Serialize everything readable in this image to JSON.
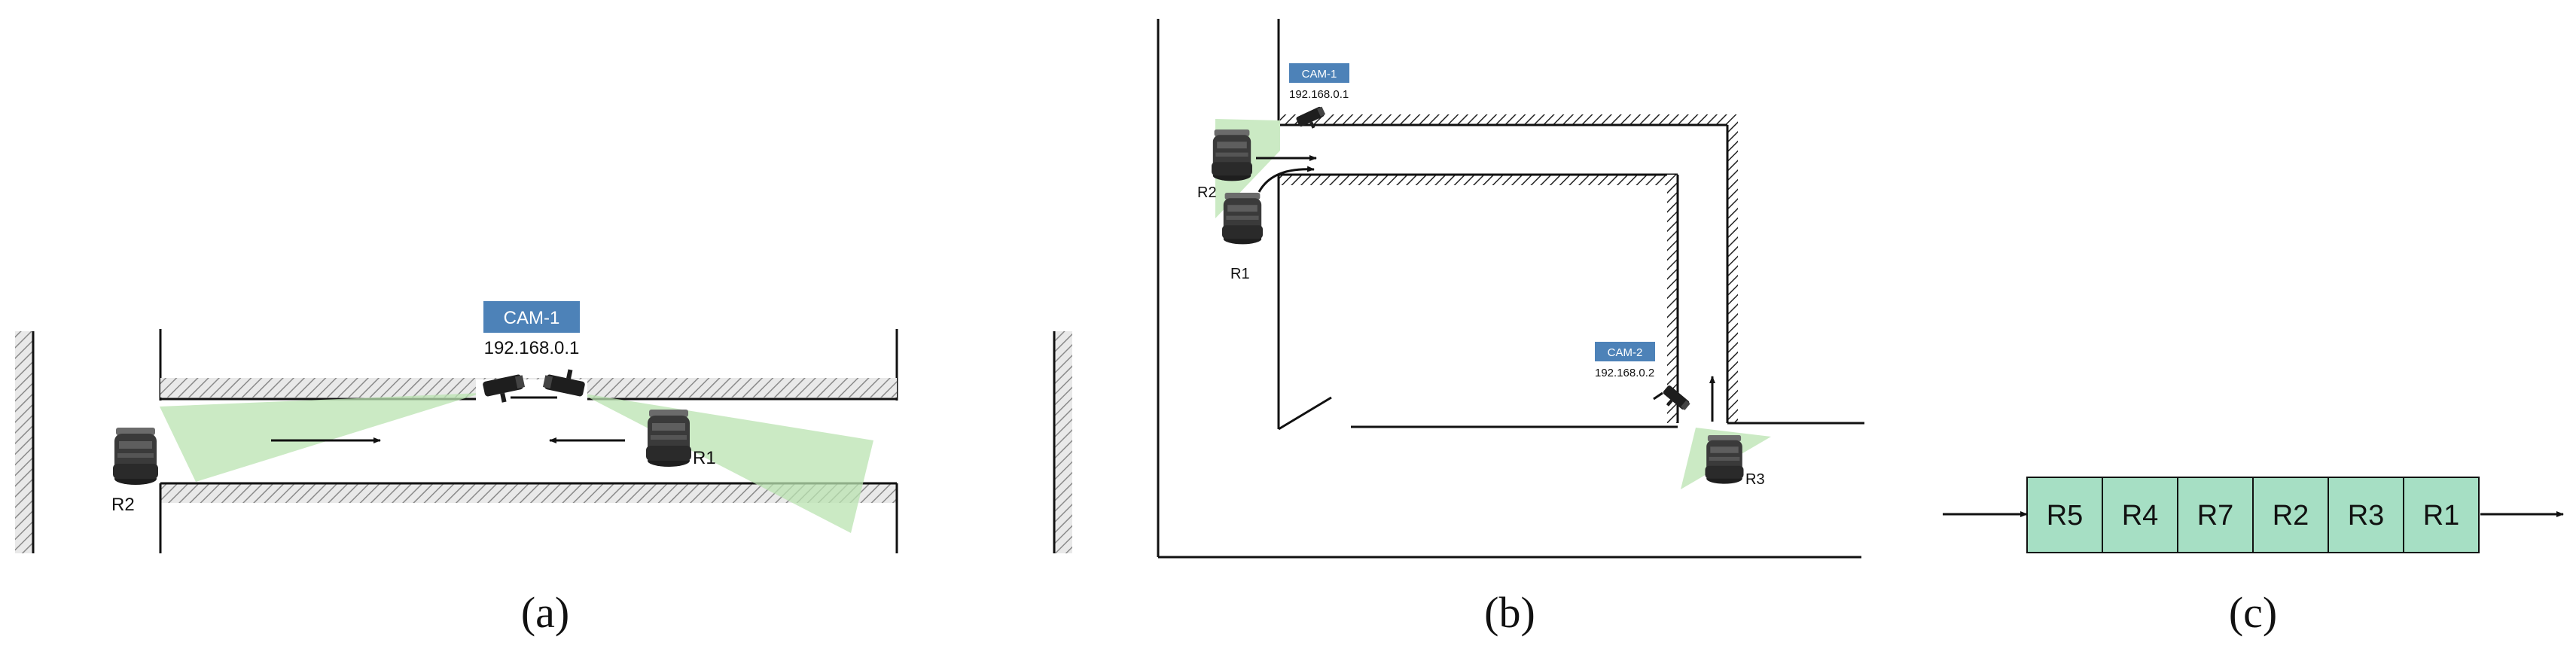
{
  "panel_a": {
    "caption": "(a)",
    "camera": {
      "name": "CAM-1",
      "ip": "192.168.0.1"
    },
    "robots": [
      "R1",
      "R2"
    ]
  },
  "panel_b": {
    "caption": "(b)",
    "cameras": [
      {
        "name": "CAM-1",
        "ip": "192.168.0.1"
      },
      {
        "name": "CAM-2",
        "ip": "192.168.0.2"
      }
    ],
    "robots": [
      "R1",
      "R2",
      "R3"
    ]
  },
  "panel_c": {
    "caption": "(c)",
    "queue": [
      "R5",
      "R4",
      "R7",
      "R2",
      "R3",
      "R1"
    ]
  },
  "colors": {
    "camera_badge": "#4d82b8",
    "fov": "#b9e3b0",
    "queue_cell": "#a6dfc4",
    "hatch": "#9a9a9a"
  }
}
